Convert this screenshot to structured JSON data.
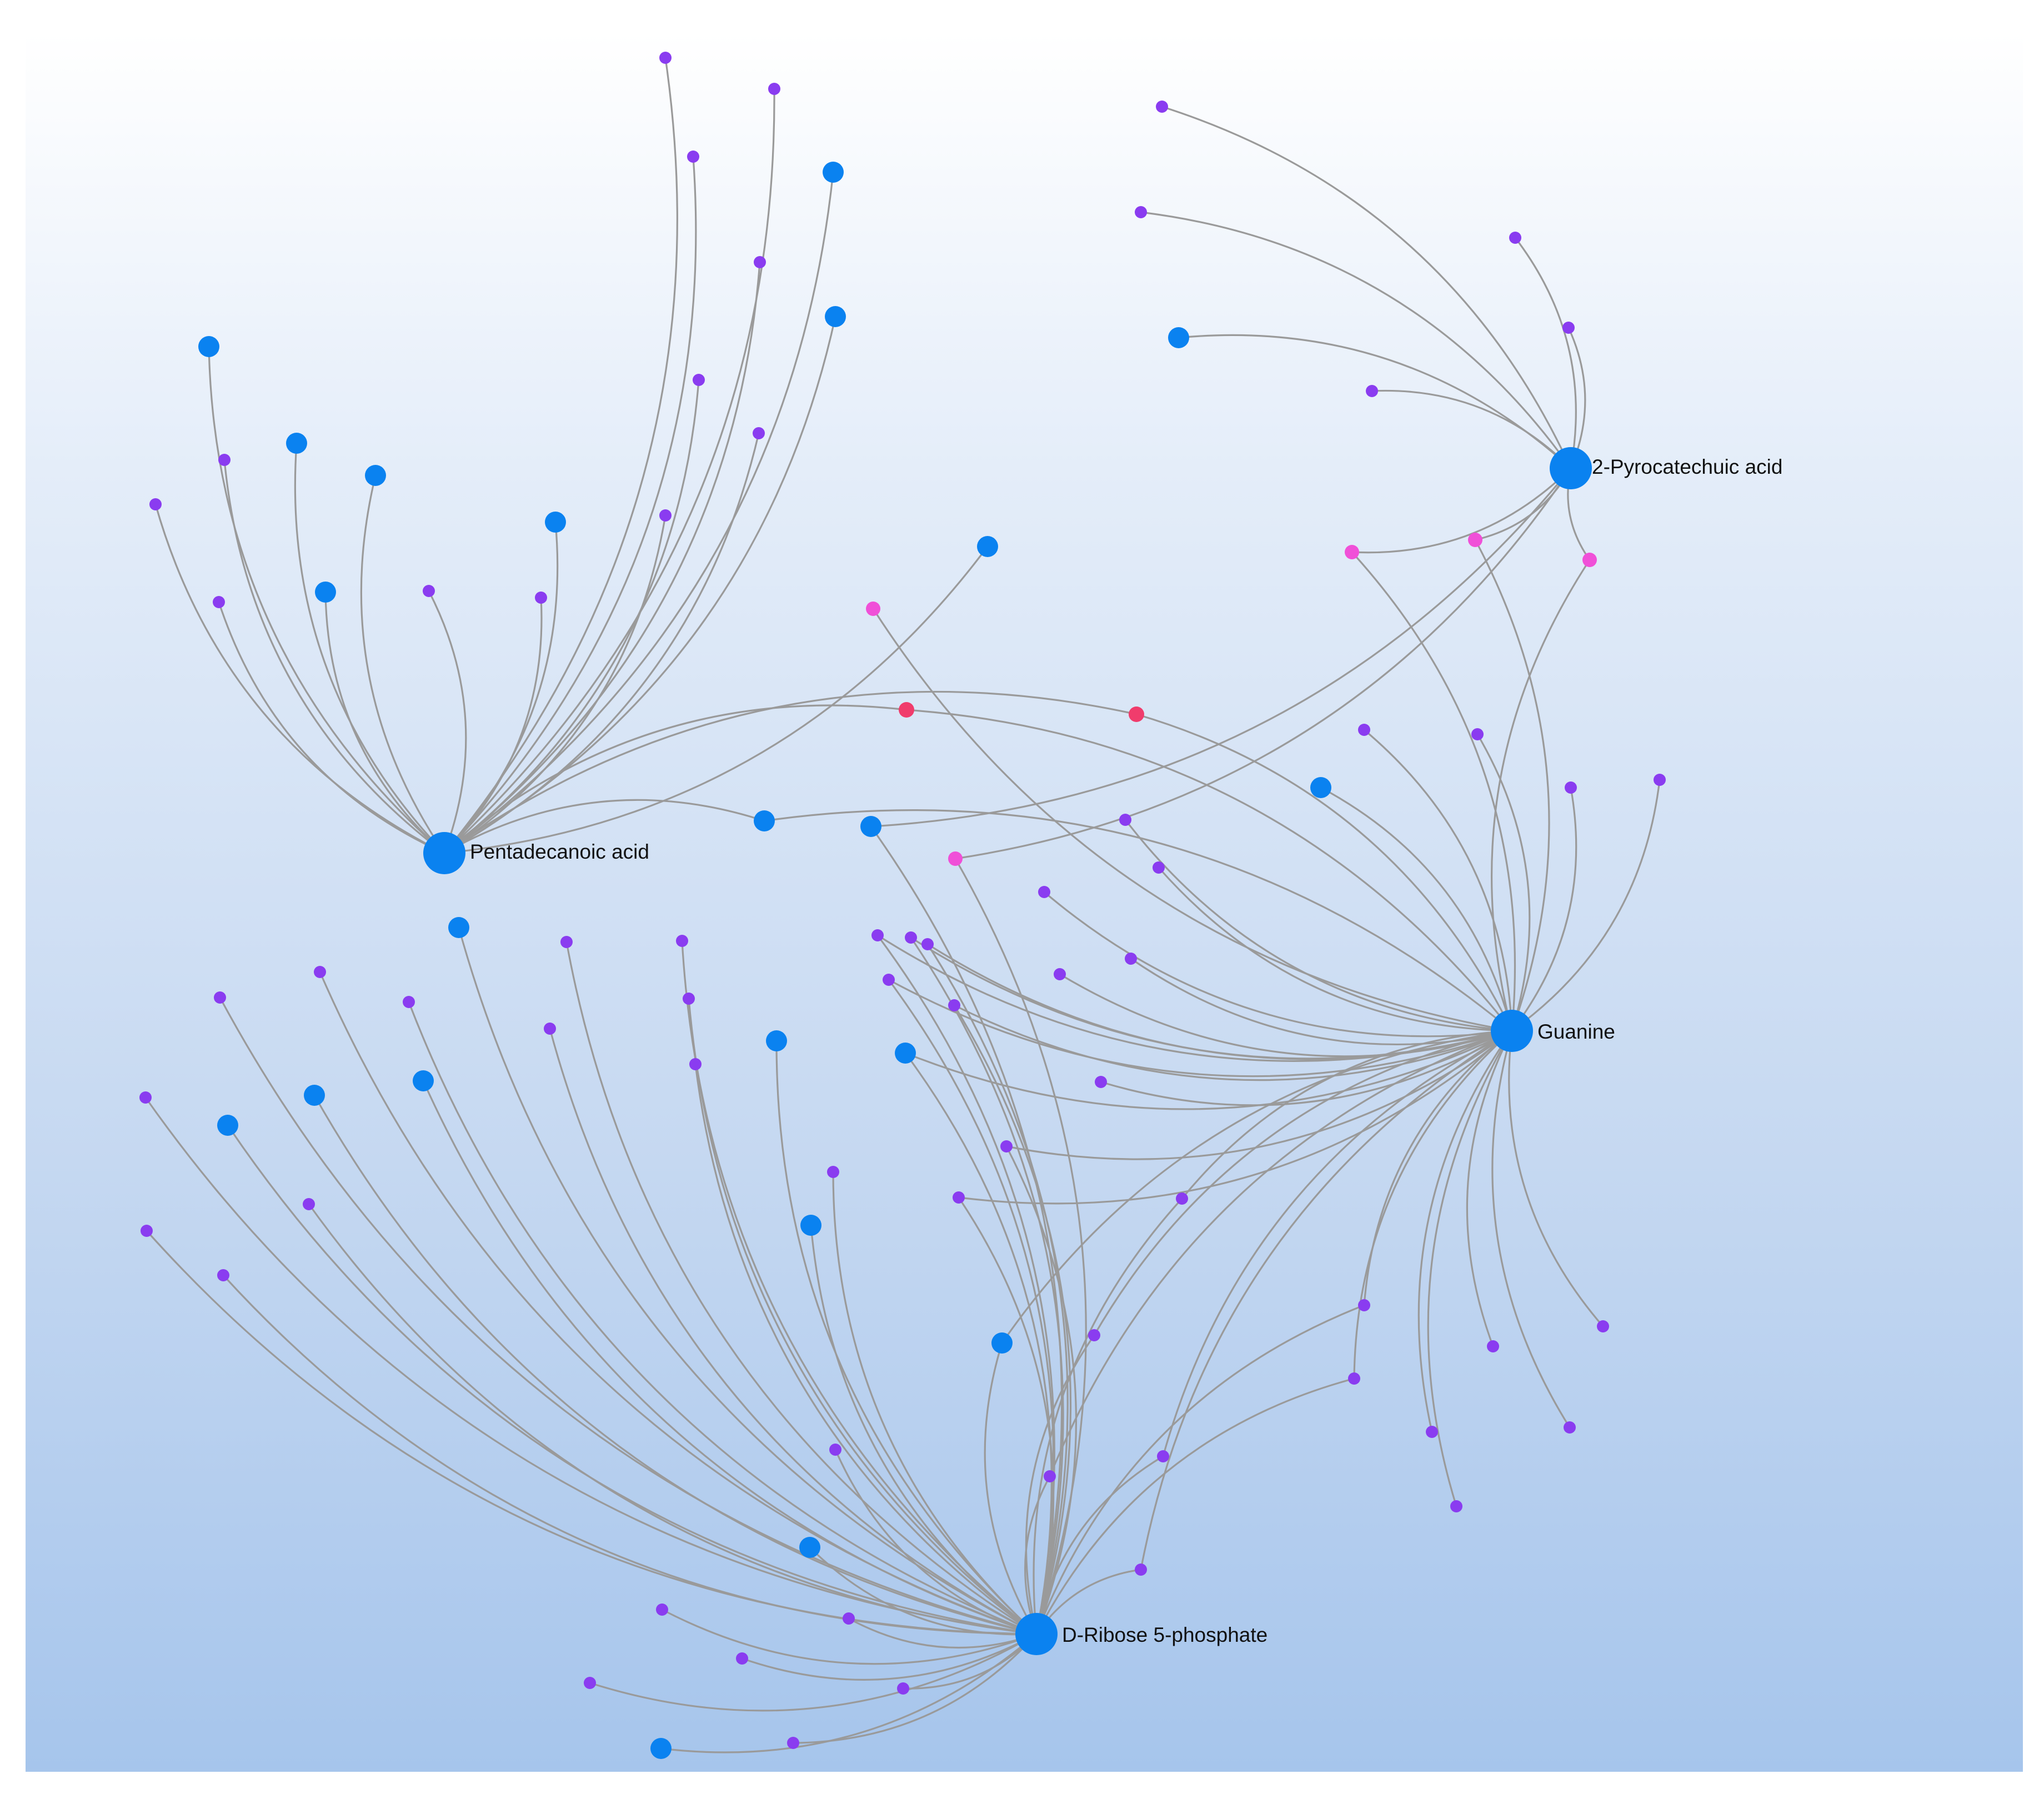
{
  "colors": {
    "hub": "#0a82f0",
    "metabolite": "#0a82f0",
    "target": "#8a3cf0",
    "shared_pink": "#f050d8",
    "shared_red": "#f03c6c",
    "edge": "#9a9a9a"
  },
  "hubs": [
    {
      "id": "pentadecanoic",
      "label": "Pentadecanoic acid"
    },
    {
      "id": "pyrocatechuic",
      "label": "2-Pyrocatechuic acid"
    },
    {
      "id": "guanine",
      "label": "Guanine"
    },
    {
      "id": "ribose",
      "label": "D-Ribose 5-phosphate"
    }
  ]
}
